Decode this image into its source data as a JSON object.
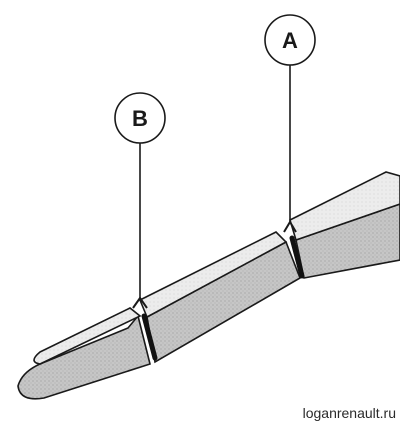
{
  "callouts": {
    "a": {
      "label": "A"
    },
    "b": {
      "label": "B"
    }
  },
  "watermark": "loganrenault.ru",
  "colors": {
    "line": "#1a1a1a",
    "top_face": "#e9e9e9",
    "front_face": "#bdbdbd",
    "background": "#ffffff"
  }
}
